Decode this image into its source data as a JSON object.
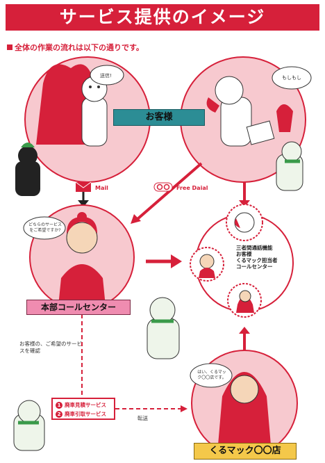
{
  "header": {
    "title": "サービス提供のイメージ",
    "subtitle": "全体の作業の流れは以下の通りです。"
  },
  "customer": {
    "label": "お客様",
    "speech_left": "送信!",
    "speech_right": "もしもし"
  },
  "channels": {
    "mail": "Mail",
    "free_dial": "Free Daial"
  },
  "call_center": {
    "speech": "どちらのサービスをご希望ですか?",
    "label": "本部コールセンター",
    "confirm_note": "お客様の、ご希望のサービスを確認"
  },
  "three_party": {
    "lines": [
      "三者間通話機能",
      "お客様",
      "くるマック担当者",
      "コールセンター"
    ]
  },
  "services": {
    "items": [
      {
        "num": "1",
        "label": "廃車見積サービス"
      },
      {
        "num": "2",
        "label": "廃車引取サービス"
      }
    ]
  },
  "transfer_label": "転送",
  "store": {
    "speech": "はい、くるマック〇〇店です。",
    "label": "くるマック〇〇店"
  },
  "colors": {
    "red": "#d6203a",
    "pink": "#f7c9cf",
    "teal": "#2c8d95",
    "yellow": "#f4c84a"
  }
}
